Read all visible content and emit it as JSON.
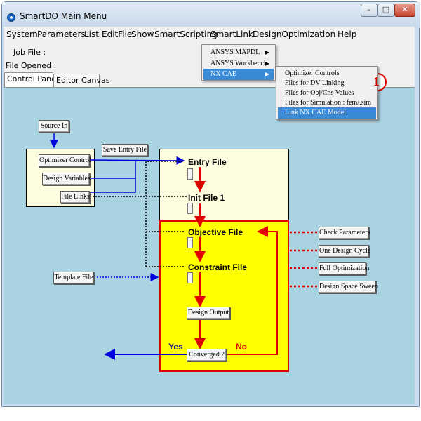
{
  "window": {
    "title": "SmartDO Main Menu",
    "controls": {
      "minimize": "–",
      "maximize": "□",
      "close": "✕"
    }
  },
  "menubar": [
    "System",
    "Parameters",
    "List",
    "EditFile",
    "Show",
    "SmartScripting",
    "SmartLink",
    "DesignOptimization",
    "Help"
  ],
  "info": {
    "job_file_label": "Job File :",
    "file_opened_label": "File Opened :"
  },
  "tabs": [
    "Control Panel",
    "Editor Canvas"
  ],
  "smartlink_menu": [
    "ANSYS MAPDL",
    "ANSYS Workbench",
    "NX CAE"
  ],
  "nxcae_menu": [
    "Optimizer Controls",
    "Files for DV Linking",
    "Files for Obj/Cns Values",
    "Files for Simulation : fem/.sim",
    "Link NX CAE Model"
  ],
  "callout_number": "1",
  "panel": {
    "source_in": "Source In",
    "save_entry_file": "Save Entry File",
    "optimizer_control": "Optimizer Control",
    "design_variables": "Design Variables",
    "file_links": "File Links",
    "template_file": "Template File",
    "entry_file": "Entry File",
    "init_file": "Init File 1",
    "objective_file": "Objective File",
    "constraint_file": "Constraint File",
    "design_output": "Design Output",
    "converged": "Converged ?",
    "yes": "Yes",
    "no": "No",
    "check_parameters": "Check Parameters",
    "one_design_cycle": "One Design Cycle",
    "full_optimization": "Full Optimization",
    "design_space_sweep": "Design Space Sweep"
  },
  "colors": {
    "yellow_box": "#ffff00",
    "cream_box": "#fffde0",
    "flow_red": "#e00000",
    "link_blue": "#0000dd",
    "canvas": "#aad3e2"
  }
}
